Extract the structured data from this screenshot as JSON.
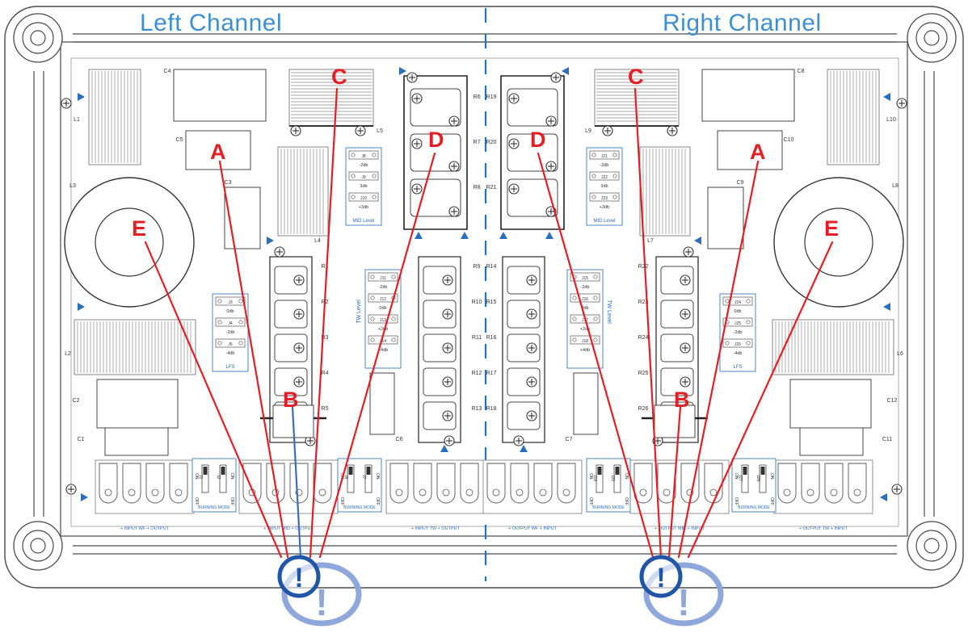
{
  "titles": {
    "left": "Left Channel",
    "right": "Right Channel"
  },
  "callouts": {
    "left": {
      "a": "A",
      "b": "B",
      "c": "C",
      "d": "D",
      "e": "E"
    },
    "right": {
      "a": "A",
      "b": "B",
      "c": "C",
      "d": "D",
      "e": "E"
    }
  },
  "warning_symbol": "!",
  "left_labels": {
    "c1": "C1",
    "c2": "C2",
    "c3": "C3",
    "c4": "C4",
    "c5": "C5",
    "c6": "C6",
    "l1": "L1",
    "l2": "L2",
    "l3": "L3",
    "l4": "L4",
    "l5": "L5",
    "r1": "R1",
    "r2": "R2",
    "r3": "R3",
    "r4": "R4",
    "r5": "R5",
    "r6": "R6",
    "r7": "R7",
    "r8": "R8",
    "r9": "R9",
    "r10": "R10",
    "r11": "R11",
    "r12": "R12",
    "r13": "R13",
    "lfs": "LFS",
    "mid_level": "MID Level",
    "tw_level": "TW Level",
    "j3": "J3",
    "j4": "J4",
    "j5": "J5",
    "j8": "J8",
    "j9": "J9",
    "j10": "J10",
    "j11": "J11",
    "j12": "J12",
    "j13": "J13",
    "j14": "J14",
    "db0": "0db",
    "dbm2": "-2db",
    "dbm4": "-4db",
    "db3": "3db",
    "dbp3": "+3db",
    "dbp2": "+2db",
    "dbp4": "+4db",
    "burning": "BURNING MODE",
    "on": "ON",
    "off": "OFF",
    "j1": "J1",
    "j2": "J2",
    "j6": "J6",
    "j7": "J7",
    "term1": "+ INPUT    WF  + OUTPUT",
    "term2": "+ INPUT   MID  + OUTPUT",
    "term3": "+ INPUT    TW  + OUTPUT"
  },
  "right_labels": {
    "c7": "C7",
    "c8": "C8",
    "c9": "C9",
    "c10": "C10",
    "c11": "C11",
    "c12": "C12",
    "l6": "L6",
    "l7": "L7",
    "l8": "L8",
    "l9": "L9",
    "l10": "L10",
    "r14": "R14",
    "r15": "R15",
    "r16": "R16",
    "r17": "R17",
    "r18": "R18",
    "r19": "R19",
    "r20": "R20",
    "r21": "R21",
    "r22": "R22",
    "r23": "R23",
    "r24": "R24",
    "r25": "R25",
    "r26": "R26",
    "lfs": "LFS",
    "mid_level": "MID Level",
    "tw_level": "TW Level",
    "j15": "J15",
    "j16": "J16",
    "j17": "J17",
    "j18": "J18",
    "j21": "J21",
    "j22": "J22",
    "j23": "J23",
    "j24": "J24",
    "j25": "J25",
    "j26": "J26",
    "db0": "0db",
    "dbm2": "-2db",
    "dbm4": "-4db",
    "db3": "3db",
    "dbp3": "+3db",
    "dbp2": "+2db",
    "dbp4": "+4db",
    "burning": "BURNING MODE",
    "on": "ON",
    "off": "OFF",
    "j19": "J19",
    "j20": "J20",
    "j27": "J27",
    "j28": "J28",
    "term1": "+ OUTPUT   TW  + INPUT",
    "term2": "+ OUTPUT  MID  + INPUT",
    "term3": "+ OUTPUT   WF  + INPUT"
  },
  "colors": {
    "title_blue": "#3f8fd0",
    "callout_red": "#e31e24",
    "wire_blue": "#3b6fb6",
    "warn_dark": "#1f56a8",
    "warn_light": "#8ea8dc",
    "outline": "#4a4a4a",
    "marker_blue": "#2a6ebd"
  }
}
